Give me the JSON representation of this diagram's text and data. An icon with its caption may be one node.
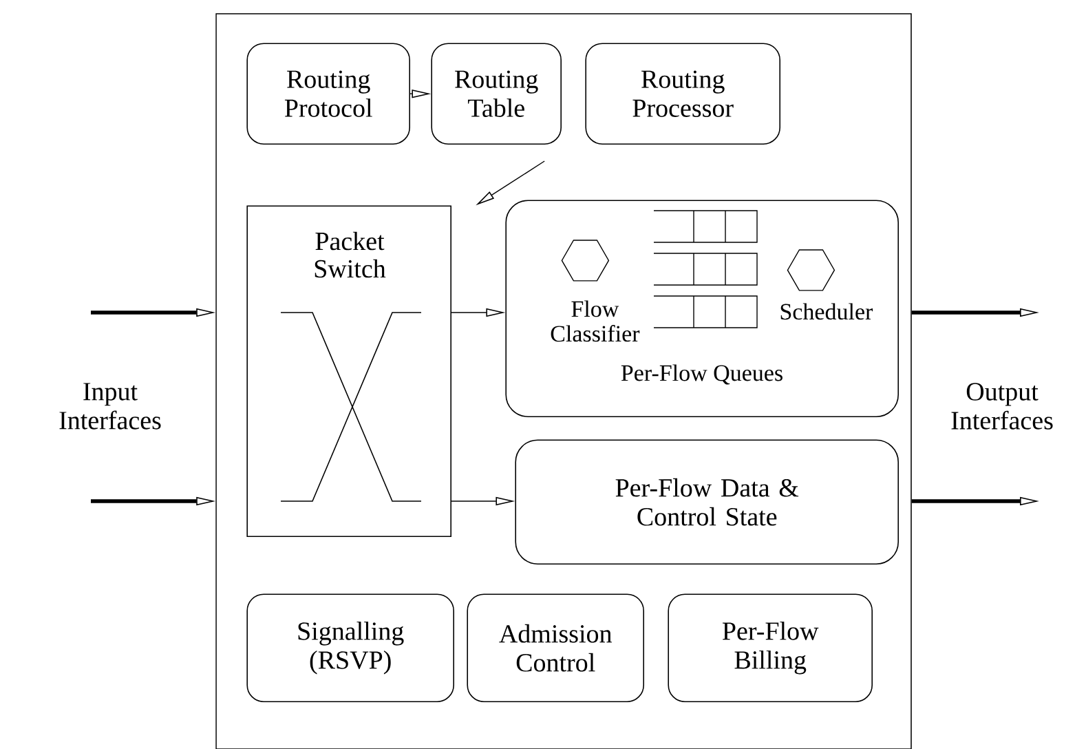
{
  "diagram": {
    "nodes": [
      {
        "text": [],
        "shape": "box"
      },
      {
        "text": [
          "Routing Protocol"
        ],
        "in": 0
      },
      {
        "text": [
          "Routing Table"
        ],
        "in": 0
      },
      {
        "text": [
          "Routing Processor"
        ],
        "in": 0
      },
      {
        "text": [
          "Packet Switch"
        ],
        "in": 0
      },
      {
        "text": [
          "Per-Flow Queues"
        ],
        "in": 0
      },
      {
        "text": [
          "Flow Classifier"
        ],
        "in": 5
      },
      {
        "text": [
          "Scheduler"
        ],
        "in": 5
      },
      {
        "text": [
          "Per-Flow Data & Control State"
        ],
        "in": 0
      },
      {
        "text": [
          "Signalling (RSVP)"
        ],
        "in": 0
      },
      {
        "text": [
          "Admission Control"
        ],
        "in": 0
      },
      {
        "text": [
          "Per-Flow Billing"
        ],
        "in": 0
      }
    ],
    "edges": [
      {
        "from": 1,
        "to": 2,
        "arrow": "to"
      },
      {
        "from": 2,
        "to": 4,
        "arrow": "to"
      },
      {
        "from": 4,
        "to": 5,
        "arrow": "to"
      },
      {
        "from": 4,
        "to": 8,
        "arrow": "to"
      },
      {
        "from": null,
        "to": 0,
        "arrow": "to",
        "style": "thick"
      },
      {
        "from": null,
        "to": 0,
        "arrow": "to",
        "style": "thick"
      },
      {
        "from": 0,
        "to": null,
        "arrow": "to",
        "style": "thick"
      },
      {
        "from": 0,
        "to": null,
        "arrow": "to",
        "style": "thick"
      }
    ],
    "labels": [
      "Input Interfaces",
      "Output Interfaces"
    ]
  }
}
